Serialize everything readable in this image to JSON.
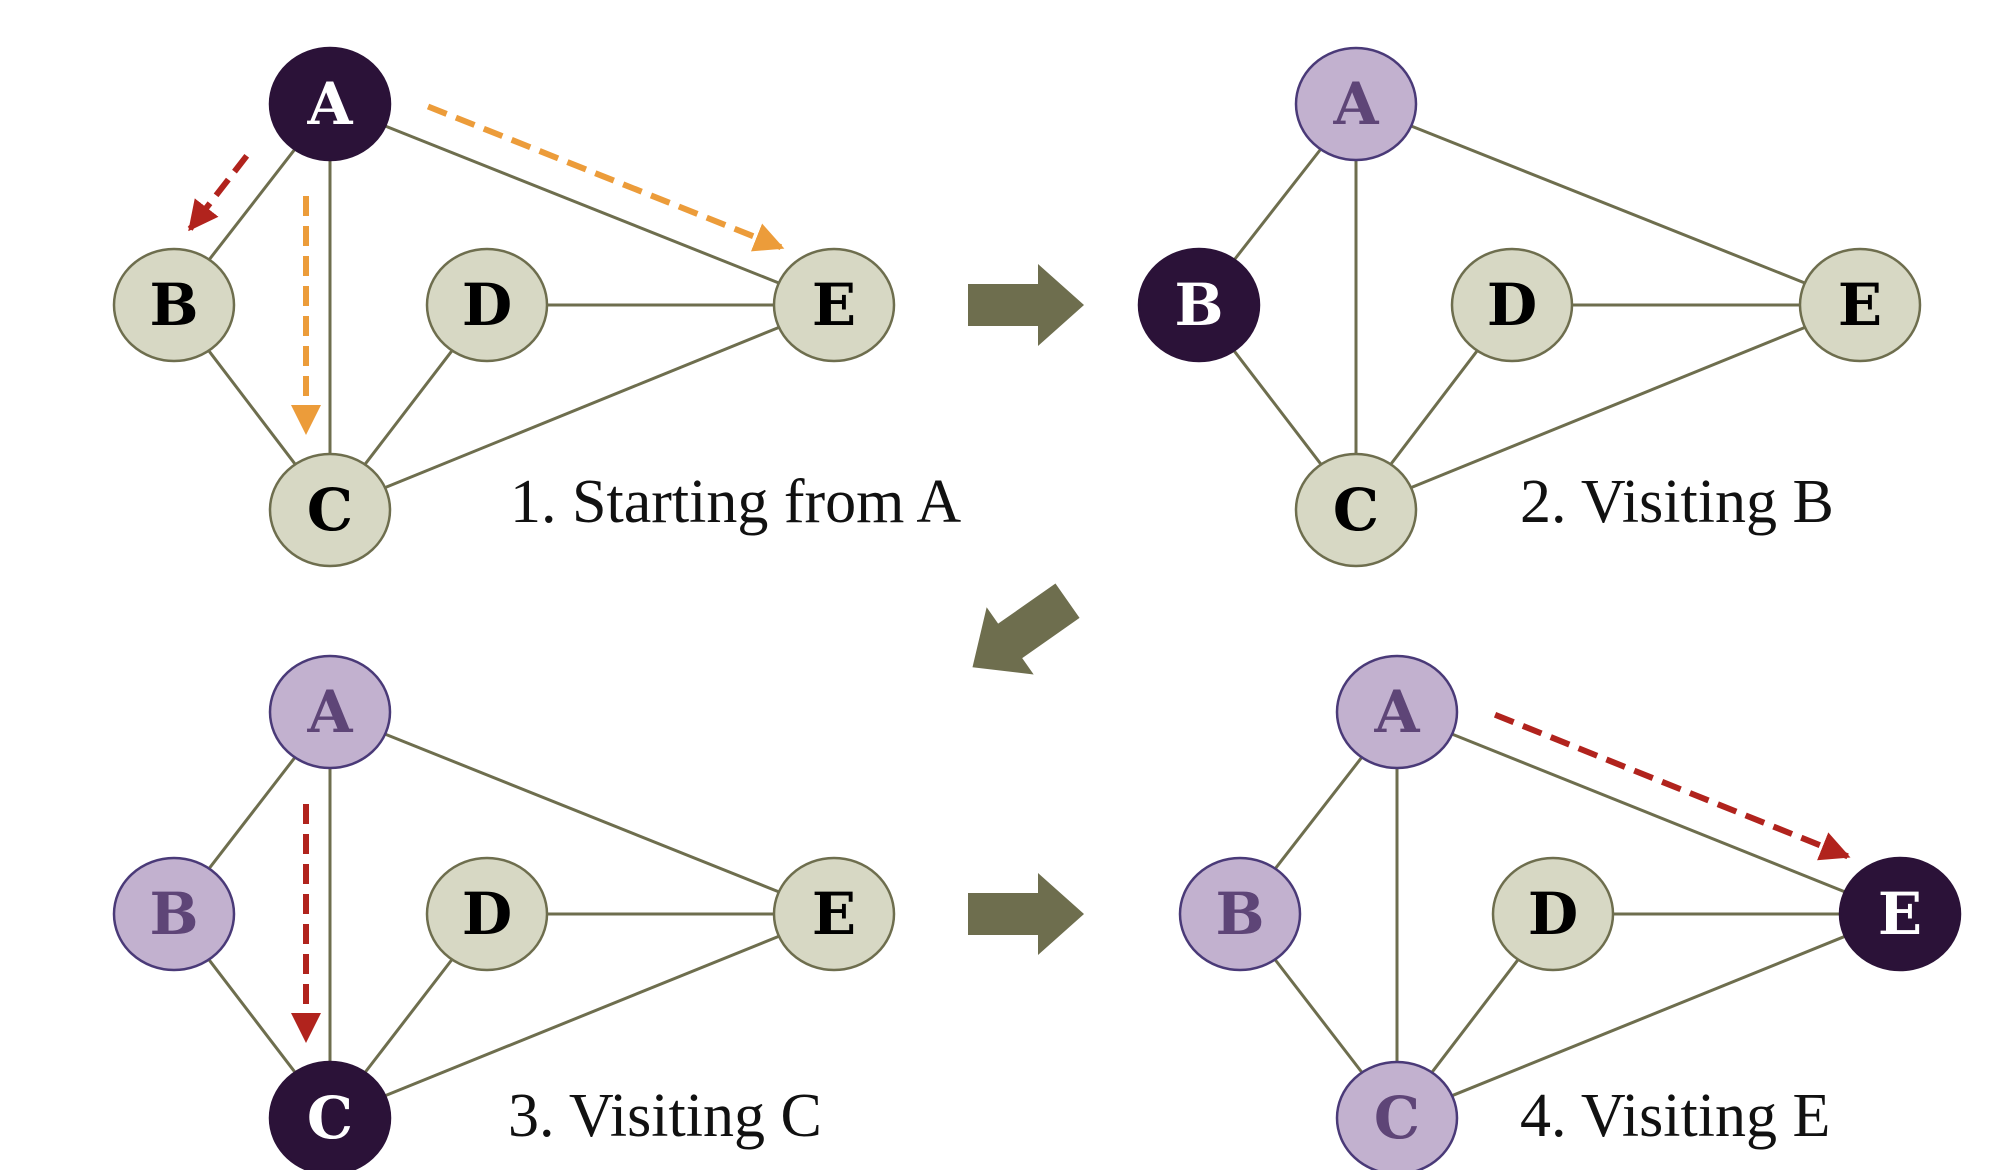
{
  "colors": {
    "edge": "#6e6e4e",
    "node_unvisited_fill": "#d7d8c4",
    "node_unvisited_stroke": "#6e6e4e",
    "node_unvisited_text": "#000000",
    "node_current_fill": "#2b1238",
    "node_current_text": "#ffffff",
    "node_visited_fill": "#c2b1cf",
    "node_visited_stroke": "#4a3a78",
    "node_visited_text": "#5e4577",
    "step_arrow": "#6e6e4e",
    "arrow_red": "#b1231d",
    "arrow_orange": "#ec9c3a"
  },
  "graph": {
    "nodes": [
      "A",
      "B",
      "C",
      "D",
      "E"
    ],
    "edges": [
      [
        "A",
        "B"
      ],
      [
        "A",
        "C"
      ],
      [
        "A",
        "E"
      ],
      [
        "B",
        "C"
      ],
      [
        "C",
        "D"
      ],
      [
        "C",
        "E"
      ],
      [
        "D",
        "E"
      ]
    ]
  },
  "panels": [
    {
      "caption": "1. Starting from A",
      "states": {
        "A": "current",
        "B": "unvisited",
        "C": "unvisited",
        "D": "unvisited",
        "E": "unvisited"
      },
      "explore_arrows": [
        {
          "from": "A",
          "to": "B",
          "color": "arrow_red"
        },
        {
          "from": "A",
          "to": "C",
          "color": "arrow_orange"
        },
        {
          "from": "A",
          "to": "E",
          "color": "arrow_orange"
        }
      ]
    },
    {
      "caption": "2. Visiting B",
      "states": {
        "A": "visited",
        "B": "current",
        "C": "unvisited",
        "D": "unvisited",
        "E": "unvisited"
      },
      "explore_arrows": []
    },
    {
      "caption": "3. Visiting  C",
      "states": {
        "A": "visited",
        "B": "visited",
        "C": "current",
        "D": "unvisited",
        "E": "unvisited"
      },
      "explore_arrows": [
        {
          "from": "A",
          "to": "C",
          "color": "arrow_red"
        }
      ]
    },
    {
      "caption": "4. Visiting E",
      "states": {
        "A": "visited",
        "B": "visited",
        "C": "visited",
        "D": "unvisited",
        "E": "current"
      },
      "explore_arrows": [
        {
          "from": "A",
          "to": "E",
          "color": "arrow_red"
        }
      ]
    }
  ],
  "step_arrows": [
    {
      "from_panel": 1,
      "to_panel": 2,
      "direction": "right"
    },
    {
      "from_panel": 2,
      "to_panel": 3,
      "direction": "down-left"
    },
    {
      "from_panel": 3,
      "to_panel": 4,
      "direction": "right"
    }
  ]
}
